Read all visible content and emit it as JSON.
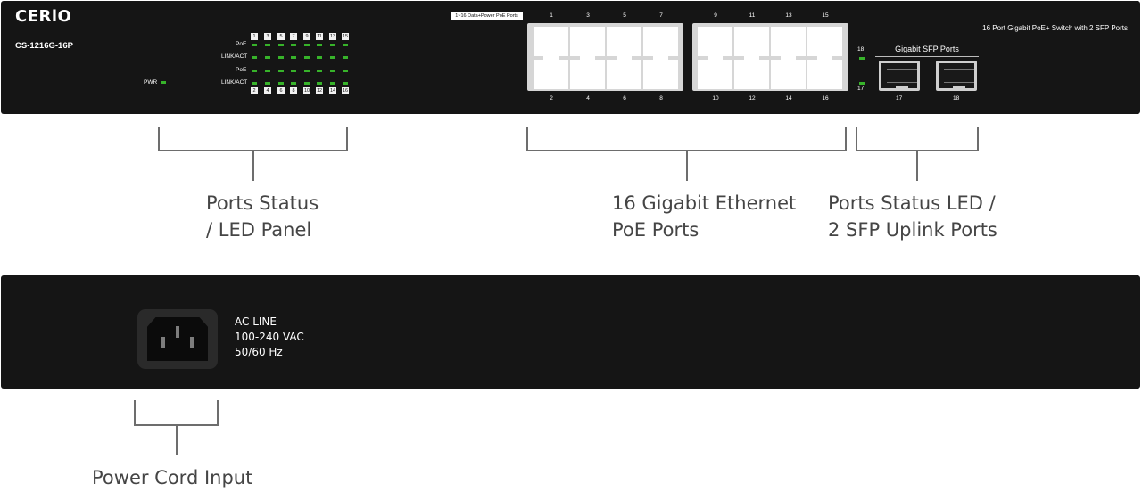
{
  "front_panel": {
    "brand": "CERiO",
    "model": "CS-1216G-16P",
    "description": "16 Port Gigabit PoE+ Switch with 2 SFP Ports",
    "poe_badge": "1~16 Data+Power PoE Ports",
    "pwr_label": "PWR",
    "led_rows": [
      "PoE",
      "LINK/ACT",
      "PoE",
      "LINK/ACT"
    ],
    "led_top_numbers": [
      "1",
      "3",
      "5",
      "7",
      "9",
      "11",
      "13",
      "15"
    ],
    "led_bottom_numbers": [
      "2",
      "4",
      "6",
      "8",
      "10",
      "12",
      "14",
      "16"
    ],
    "port_top_labels": [
      "1",
      "3",
      "5",
      "7",
      "9",
      "11",
      "13",
      "15"
    ],
    "port_bottom_labels": [
      "2",
      "4",
      "6",
      "8",
      "10",
      "12",
      "14",
      "16"
    ],
    "sfp_title": "Gigabit SFP Ports",
    "sfp_led_labels": [
      "18",
      "17"
    ],
    "sfp_port_labels": [
      "17",
      "18"
    ]
  },
  "rear_panel": {
    "ac_line": "AC LINE",
    "voltage": "100-240 VAC",
    "frequency": "50/60 Hz"
  },
  "callouts": {
    "led_panel": [
      "Ports Status",
      "/  LED Panel"
    ],
    "ethernet": [
      "16 Gigabit Ethernet",
      "PoE Ports"
    ],
    "sfp": [
      "Ports Status LED  /",
      "2 SFP Uplink Ports"
    ],
    "power": "Power Cord Input"
  },
  "colors": {
    "panel": "#151515",
    "led": "#37b32a",
    "caption": "#454545"
  }
}
